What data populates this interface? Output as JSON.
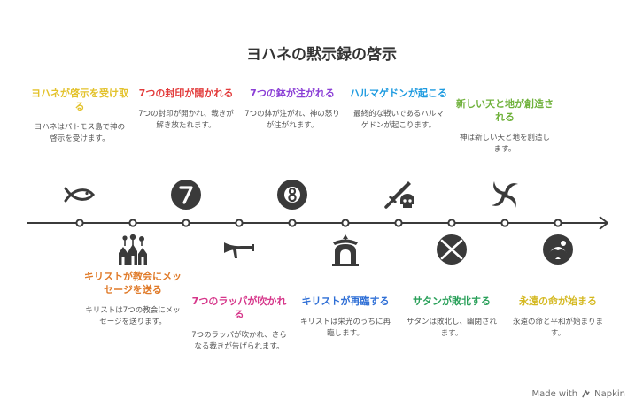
{
  "title": "ヨハネの黙示録の啓示",
  "colors": {
    "line": "#3b3b3b",
    "icon": "#3a3a3a"
  },
  "top_items": [
    {
      "title": "ヨハネが啓示を受け取る",
      "desc": "ヨハネはパトモス島で神の啓示を受けます。",
      "color": "#e3c22b",
      "icon": "ichthys-fish-icon"
    },
    {
      "title": "7つの封印が開かれる",
      "desc": "7つの封印が開かれ、裁きが解き放たれます。",
      "color": "#e23b3b",
      "icon": "seven-badge-icon"
    },
    {
      "title": "7つの鉢が注がれる",
      "desc": "7つの鉢が注がれ、神の怒りが注がれます。",
      "color": "#8b3fd6",
      "icon": "eight-ball-icon"
    },
    {
      "title": "ハルマゲドンが起こる",
      "desc": "最終的な戦いであるハルマゲドンが起こります。",
      "color": "#1e9be0",
      "icon": "sword-skull-icon"
    },
    {
      "title": "新しい天と地が創造される",
      "desc": "神は新しい天と地を創造します。",
      "color": "#6fb13b",
      "icon": "swirl-icon"
    }
  ],
  "bottom_items": [
    {
      "title": "キリストが教会にメッセージを送る",
      "desc": "キリストは7つの教会にメッセージを送ります。",
      "color": "#e07b2a",
      "icon": "churches-icon"
    },
    {
      "title": "7つのラッパが吹かれる",
      "desc": "7つのラッパが吹かれ、さらなる裁きが告げられます。",
      "color": "#d6368a",
      "icon": "trumpet-icon"
    },
    {
      "title": "キリストが再臨する",
      "desc": "キリストは栄光のうちに再臨します。",
      "color": "#2f6fd6",
      "icon": "temple-icon"
    },
    {
      "title": "サタンが敗北する",
      "desc": "サタンは敗北し、幽閉されます。",
      "color": "#2aa05a",
      "icon": "defeat-circle-icon"
    },
    {
      "title": "永遠の命が始まる",
      "desc": "永遠の命と平和が始まります。",
      "color": "#d4b820",
      "icon": "eternal-icon"
    }
  ],
  "footer": {
    "text": "Made with",
    "brand": "Napkin"
  }
}
